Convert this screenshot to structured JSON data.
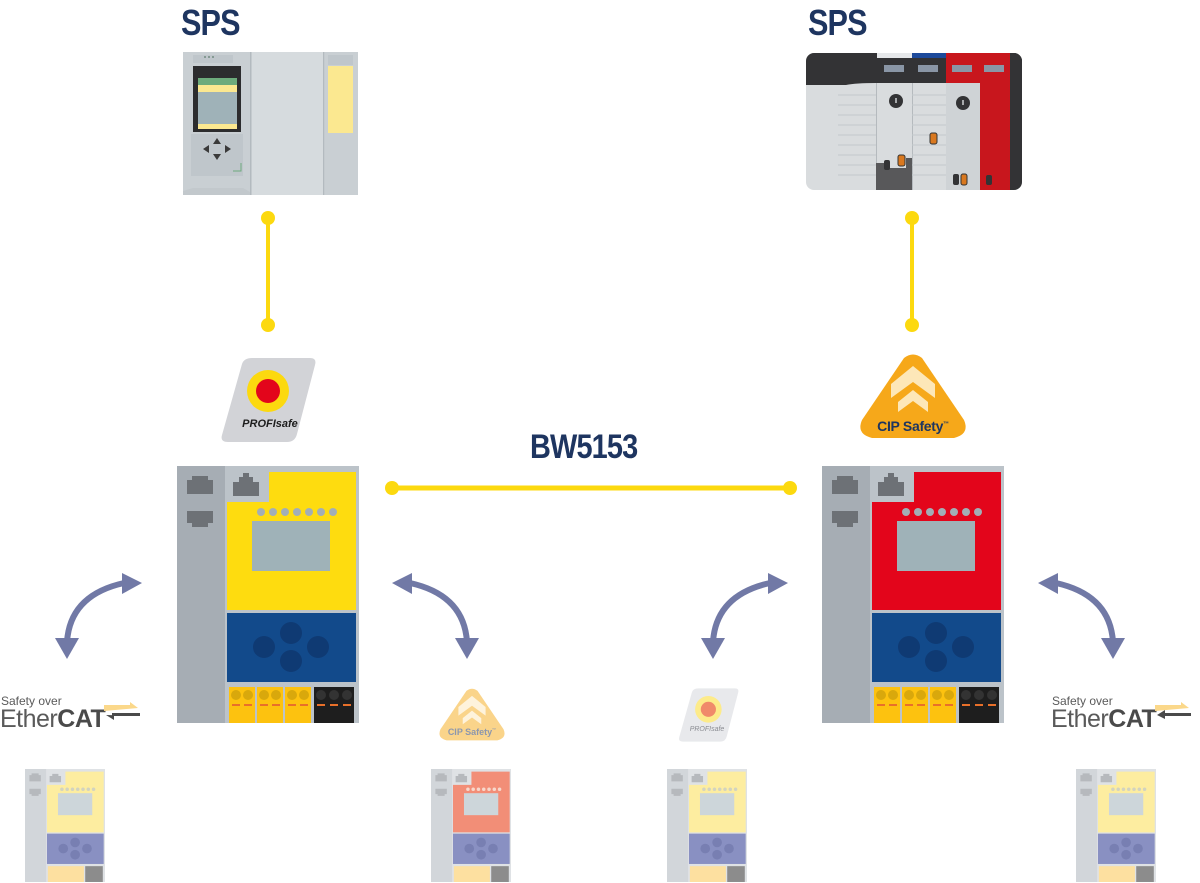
{
  "diagram": {
    "plc_left": {
      "label": "SPS"
    },
    "plc_right": {
      "label": "SPS"
    },
    "gateway_label": "BW5153",
    "protocols": {
      "profisafe": "PROFIsafe",
      "cip_safety": "CIP Safety",
      "cip_tm": "™",
      "ethercat_prefix": "Safety over",
      "ethercat_ether": "Ether",
      "ethercat_cat": "CAT"
    },
    "colors": {
      "title": "#1e3560",
      "link_yellow": "#fcd90f",
      "arrow": "#7179a6",
      "gateway_left_face": "#fedc0f",
      "gateway_right_face": "#e3051b",
      "gateway_blue": "#124a8b",
      "housing_grey": "#a6adb4",
      "cip_orange": "#f6a81a"
    },
    "remote_devices": [
      {
        "name": "left-ethercat-device",
        "face": "yellow"
      },
      {
        "name": "left-cip-device",
        "face": "red"
      },
      {
        "name": "right-profisafe-device",
        "face": "yellow"
      },
      {
        "name": "right-ethercat-device",
        "face": "yellow"
      }
    ]
  }
}
